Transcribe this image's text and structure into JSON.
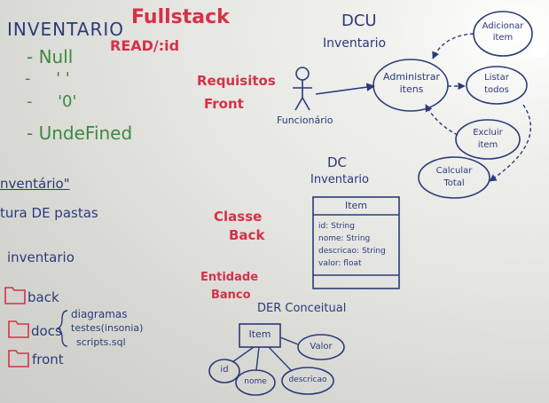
{
  "colors": {
    "navy": "#2b3a7a",
    "red": "#d63148",
    "green": "#3b8a3f"
  },
  "left": {
    "title": "INVENTARIO",
    "fullstack": "Fullstack",
    "read_id": "READ/:id",
    "cases": [
      "Null",
      "' '",
      "'0'",
      "- UndeFined"
    ],
    "section_title": "nventário\"",
    "folders_line": "tura DE pastas",
    "inventario_label": "inventario",
    "folders": [
      "back",
      "docs",
      "front"
    ],
    "docs_items": [
      "diagramas",
      "testes(insonia)",
      "scripts.sql"
    ]
  },
  "middle": {
    "requisitos": [
      "Requisitos",
      "Front"
    ],
    "classe": [
      "Classe",
      "Back"
    ],
    "entidade": [
      "Entidade",
      "Banco"
    ]
  },
  "dcu": {
    "title": "DCU",
    "subtitle": "Inventario",
    "actor": "Funcionário",
    "main_use_case": [
      "Administrar",
      "itens"
    ],
    "use_cases": [
      [
        "Adicionar",
        "item"
      ],
      [
        "Listar",
        "todos"
      ],
      [
        "Excluir",
        "item"
      ],
      [
        "Calcular",
        "Total"
      ]
    ]
  },
  "dc": {
    "title": "DC",
    "subtitle": "Inventario",
    "class_name": "Item",
    "attributes": [
      "id: String",
      "nome: String",
      "descricao: String",
      "valor: float"
    ]
  },
  "der": {
    "title": "DER Conceitual",
    "entity": "Item",
    "attributes": [
      "Valor",
      "id",
      "nome",
      "descricao"
    ]
  }
}
